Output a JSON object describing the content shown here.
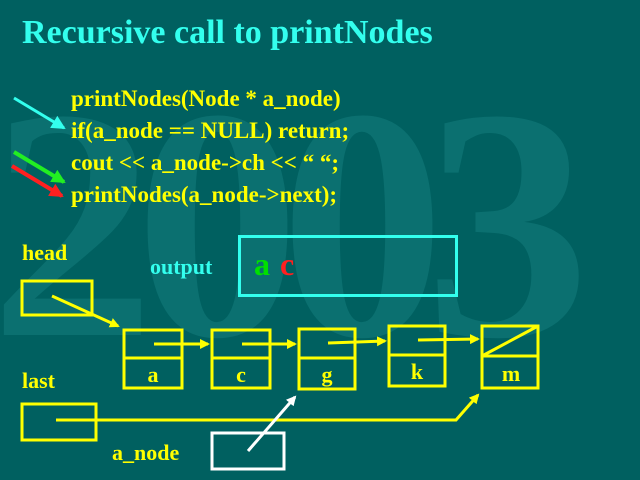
{
  "watermark": "2003",
  "title": "Recursive call to printNodes",
  "code": [
    "printNodes(Node * a_node)",
    "if(a_node == NULL) return;",
    "cout << a_node->ch << “ “;",
    "printNodes(a_node->next);"
  ],
  "labels": {
    "head": "head",
    "last": "last",
    "a_node": "a_node",
    "output": "output"
  },
  "output": {
    "first": "a",
    "second": "c",
    "first_color": "#00e000",
    "second_color": "#ff2020"
  },
  "nodes": [
    "a",
    "c",
    "g",
    "k",
    "m"
  ],
  "arrows": [
    {
      "name": "cyan-arrow-icon",
      "color": "#33ffee"
    },
    {
      "name": "green-arrow-icon",
      "color": "#22ee22"
    },
    {
      "name": "red-arrow-icon",
      "color": "#ff2020"
    }
  ],
  "colors": {
    "background": "#006060",
    "title": "#33ffee",
    "code": "#ffff00",
    "pointer": "#ffffff"
  }
}
